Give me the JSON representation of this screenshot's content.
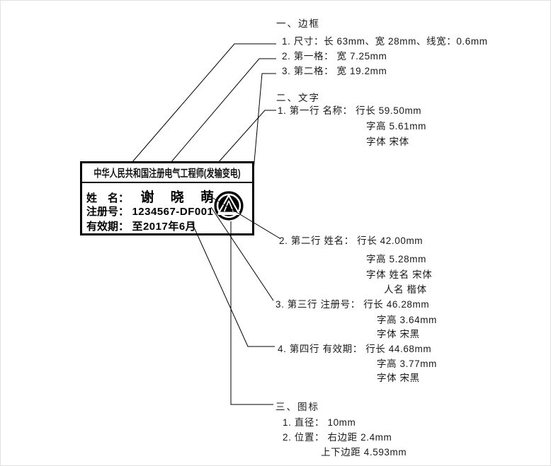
{
  "stamp": {
    "title": "中华人民共和国注册电气工程师(发输变电)",
    "name_label": "姓　名：",
    "name_value": "谢 晓 萌",
    "reg_label": "注册号：",
    "reg_value": "1234567-DF001",
    "valid_label": "有效期：",
    "valid_value": "至2017年6月",
    "logo_icon": "registered-engineer-seal"
  },
  "annotations": {
    "border": {
      "heading": "一、边框",
      "item1": "1. 尺寸：长 63mm、宽 28mm、线宽：0.6mm",
      "item2": "2. 第一格： 宽 7.25mm",
      "item3": "3. 第二格： 宽 19.2mm"
    },
    "text": {
      "heading": "二、文字",
      "row1": "1. 第一行 名称： 行长 59.50mm",
      "row1_sub1": "字高 5.61mm",
      "row1_sub2": "字体 宋体",
      "row2": "2. 第二行 姓名： 行长 42.00mm",
      "row2_sub1": "字高 5.28mm",
      "row2_sub2": "字体 姓名 宋体",
      "row2_sub3": "人名 楷体",
      "row3": "3. 第三行 注册号： 行长 46.28mm",
      "row3_sub1": "字高 3.64mm",
      "row3_sub2": "字体 宋黑",
      "row4": "4. 第四行 有效期： 行长 44.68mm",
      "row4_sub1": "字高 3.77mm",
      "row4_sub2": "字体 宋黑"
    },
    "icon": {
      "heading": "三、图标",
      "item1": "1. 直径： 10mm",
      "item2": "2. 位置： 右边距 2.4mm",
      "item2_sub": "上下边距 4.593mm"
    }
  },
  "colors": {
    "ink": "#000000",
    "annotation_text": "#1a1a1a",
    "background": "#ffffff"
  }
}
